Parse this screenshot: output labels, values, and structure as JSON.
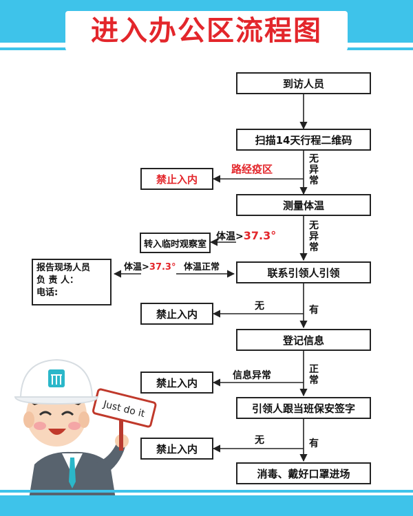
{
  "title": "进入办公区流程图",
  "colors": {
    "accent": "#3ec3ea",
    "title_red": "#e3262b",
    "line": "#222222"
  },
  "steps": {
    "visitor": "到访人员",
    "scan_qr": "扫描14天行程二维码",
    "measure_temp": "测量体温",
    "contact_guide": "联系引领人引领",
    "register": "登记信息",
    "guard_sign": "引领人跟当班保安签字",
    "disinfect": "消毒、戴好口罩进场"
  },
  "reject_boxes": {
    "deny_1": "禁止入内",
    "deny_2": "禁止入内",
    "deny_3": "禁止入内",
    "deny_4": "禁止入内"
  },
  "observation_room": "转入临时观察室",
  "report": {
    "line1": "报告现场人员",
    "line2": "负 责 人：",
    "line3": "电话:"
  },
  "labels": {
    "epidemic_route": "路经疫区",
    "no_abnormal_1": "无异常",
    "no_abnormal_2": "无异常",
    "temp_prefix_1": "体温>",
    "temp_value_1": "37.3°",
    "temp_prefix_2": "体温>",
    "temp_value_2": "37.3°",
    "temp_normal": "体温正常",
    "none_1": "无",
    "have_1": "有",
    "info_abnormal": "信息异常",
    "normal": "正常",
    "none_2": "无",
    "have_2": "有"
  },
  "mascot": {
    "sign_text": "Just do it",
    "icon": "construction-worker-mascot-icon"
  }
}
